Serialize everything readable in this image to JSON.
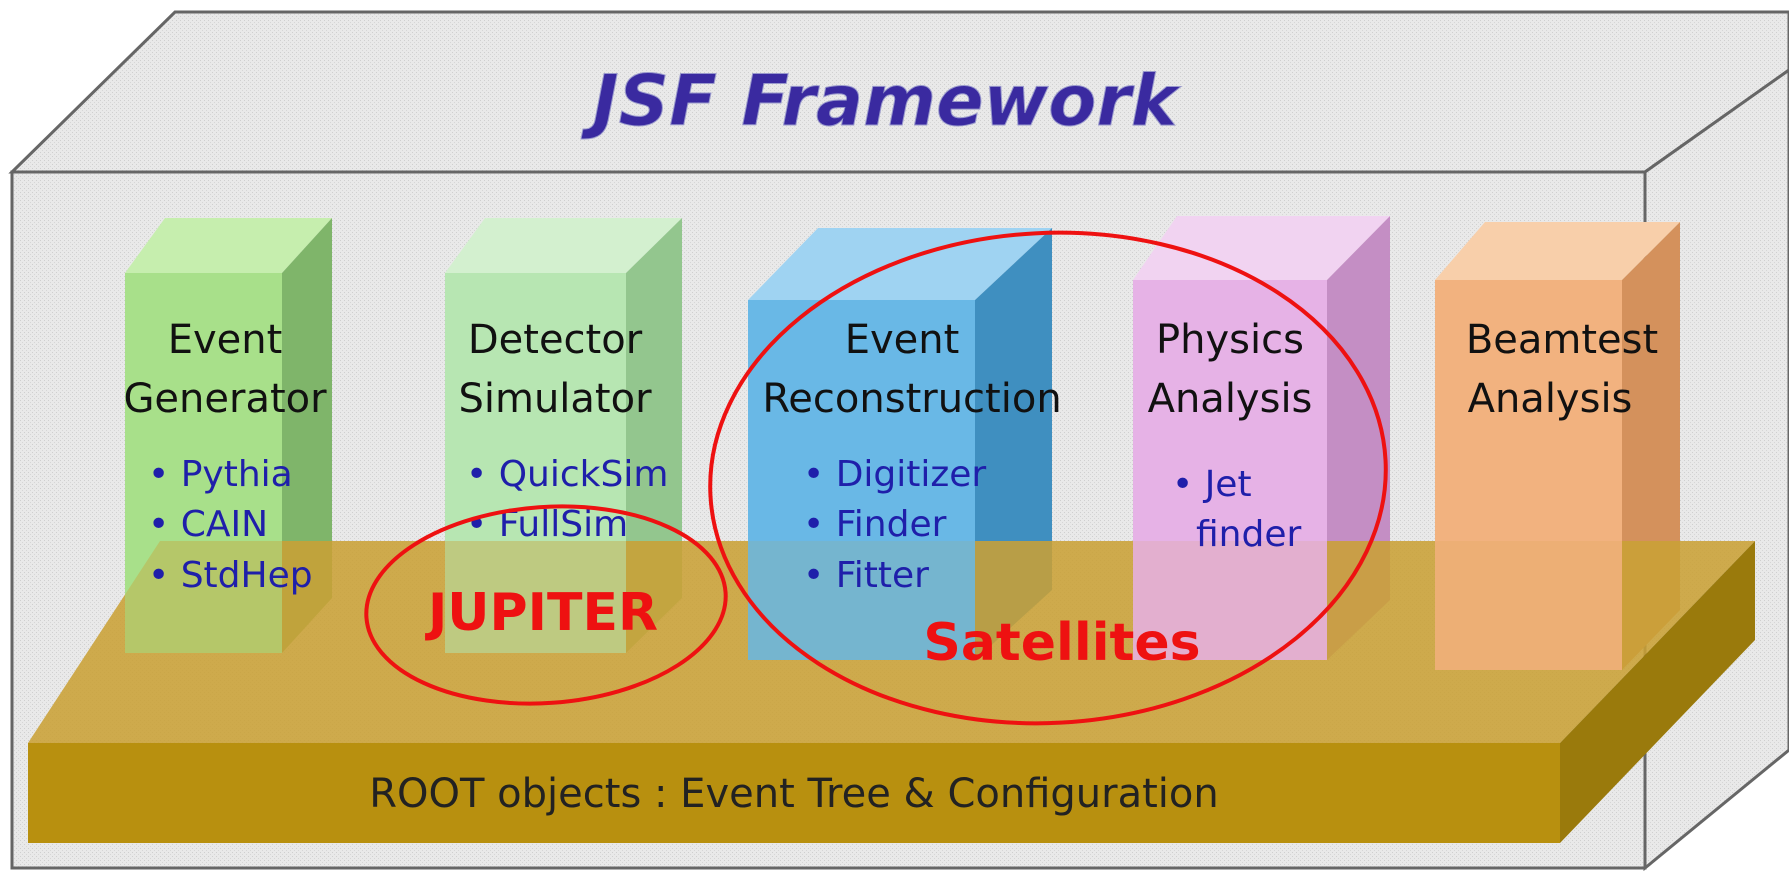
{
  "title": "JSF Framework",
  "pillars": [
    {
      "heading": [
        "Event",
        "Generator"
      ],
      "items": [
        "Pythia",
        "CAIN",
        "StdHep"
      ],
      "color": "#a8e08a"
    },
    {
      "heading": [
        "Detector",
        "Simulator"
      ],
      "items": [
        "QuickSim",
        "FullSim"
      ],
      "color": "#b7e6b2"
    },
    {
      "heading": [
        "Event",
        "Reconstruction"
      ],
      "items": [
        "Digitizer",
        "Finder",
        "Fitter"
      ],
      "color": "#69b8e6"
    },
    {
      "heading": [
        "Physics",
        "Analysis"
      ],
      "items": [
        "Jet finder"
      ],
      "color": "#e6b2e6"
    },
    {
      "heading": [
        "Beamtest",
        "Analysis"
      ],
      "items": [],
      "color": "#f2b27f"
    }
  ],
  "base_label": "ROOT objects : Event Tree & Configuration",
  "highlights": {
    "jupiter": "JUPITER",
    "satellites": "Satellites"
  },
  "colors": {
    "box_fill": "#e6e6e6",
    "box_edge": "#666666",
    "base_top": "#c9a035",
    "base_front": "#b8900f",
    "base_side": "#9a7a0c",
    "title": "#3a2aa0",
    "item_text": "#1f1faa",
    "highlight": "#ee1111",
    "heading_text": "#111111"
  }
}
